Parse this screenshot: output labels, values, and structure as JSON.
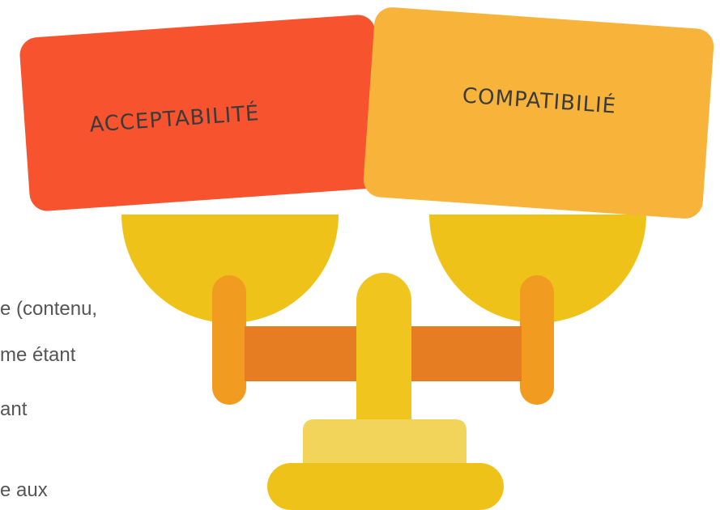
{
  "background_text": {
    "line1": "e (contenu,",
    "line2": "me étant",
    "line3": "ant",
    "line4": "e aux"
  },
  "cards": {
    "left": {
      "label": "ACCEPTABILITÉ",
      "color": "#f7532e"
    },
    "right": {
      "label": "COMPATIBILIÉ",
      "color": "#f8b43a"
    }
  },
  "scale_colors": {
    "pan": "#efc21a",
    "post": "#f0c51d",
    "crossbar": "#e67d22",
    "arm": "#f29b21",
    "base_top": "#f3d45b",
    "base_bottom": "#efc21a"
  }
}
